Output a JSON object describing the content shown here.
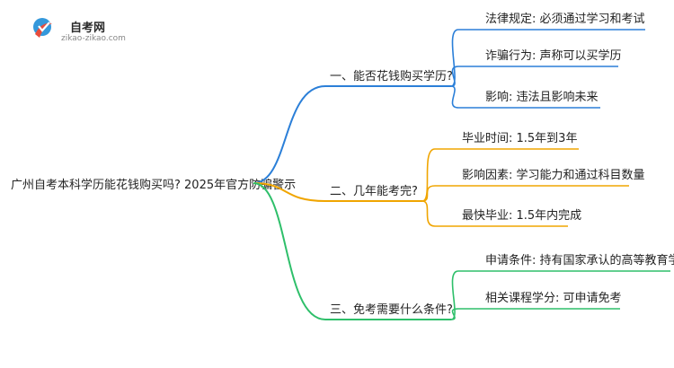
{
  "logo": {
    "name": "自考网",
    "url": "zikao-zikao.com",
    "colors": {
      "left": "#e74c3c",
      "right": "#3498db"
    }
  },
  "root": {
    "text": "广州自考本科学历能花钱购买吗? 2025年官方防骗警示"
  },
  "branches": [
    {
      "text": "一、能否花钱购买学历?",
      "color": "#2b7fd8",
      "children": [
        {
          "text": "法律规定: 必须通过学习和考试"
        },
        {
          "text": "诈骗行为: 声称可以买学历"
        },
        {
          "text": "影响: 违法且影响未来"
        }
      ]
    },
    {
      "text": "二、几年能考完?",
      "color": "#f0a500",
      "children": [
        {
          "text": "毕业时间: 1.5年到3年"
        },
        {
          "text": "影响因素: 学习能力和通过科目数量"
        },
        {
          "text": "最快毕业: 1.5年内完成"
        }
      ]
    },
    {
      "text": "三、免考需要什么条件?",
      "color": "#2ebf6a",
      "children": [
        {
          "text": "申请条件: 持有国家承认的高等教育学历"
        },
        {
          "text": "相关课程学分: 可申请免考"
        }
      ]
    }
  ]
}
